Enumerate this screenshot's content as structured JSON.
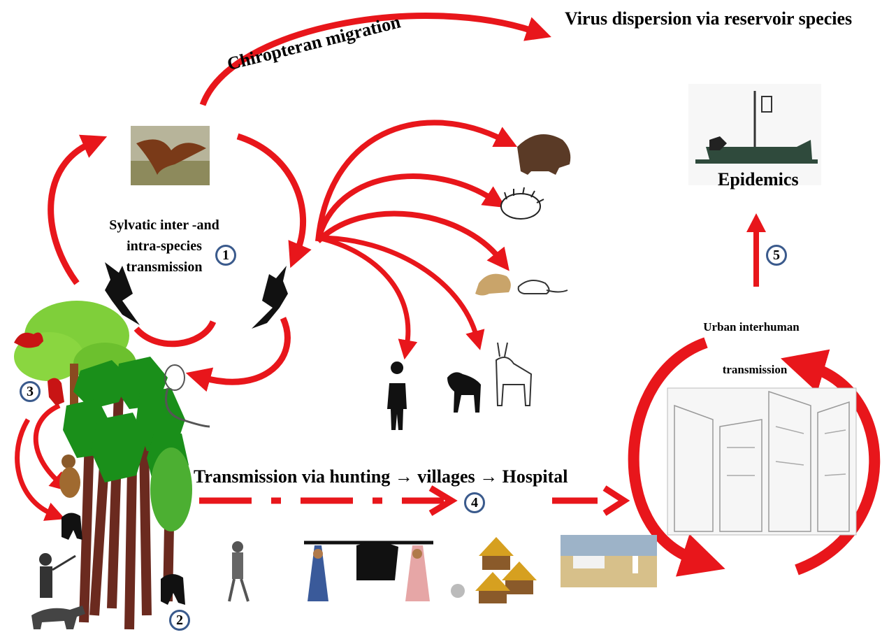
{
  "title": "Virus dispersion via reservoir species",
  "labels": {
    "chiropteran_migration": "Chiropteran migration",
    "sylvatic_line1": "Sylvatic inter -and",
    "sylvatic_line2": "intra-species",
    "sylvatic_line3": "transmission",
    "hunting_route": "Transmission via hunting → villages → Hospital",
    "urban_line1": "Urban interhuman",
    "urban_line2": "transmission",
    "epidemics": "Epidemics"
  },
  "steps": [
    "1",
    "2",
    "3",
    "4",
    "5"
  ],
  "colors": {
    "arrow": "#e8161b",
    "step_ring": "#3a5a8c",
    "foliage": "#1a8f1a",
    "trunk": "#6b2a1f"
  },
  "icons": [
    "fruit-bat-photo-icon",
    "bat-silhouette-icon",
    "monkey-icon",
    "tree-icon",
    "gorilla-icon",
    "chimpanzee-icon",
    "hunter-icon",
    "dog-icon",
    "bushpig-icon",
    "porcupine-icon",
    "rodent-icon",
    "human-silhouette-icon",
    "duiker-icon",
    "antelope-icon",
    "carried-carcass-icon",
    "village-huts-icon",
    "vehicle-photo-icon",
    "urban-street-sketch-icon",
    "hospital-bed-icon"
  ]
}
